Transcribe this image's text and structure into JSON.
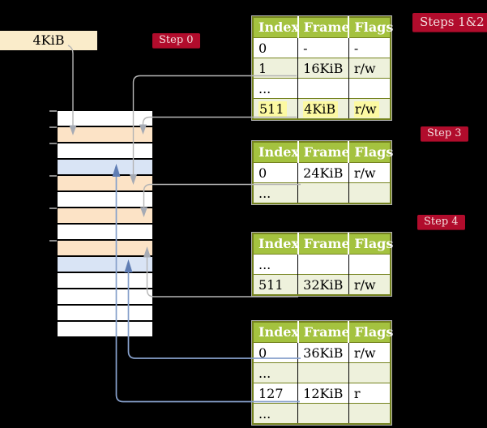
{
  "colors": {
    "bg": "#000000",
    "badge_red": "#b10c2c",
    "badge_text": "#f3dede",
    "header_green": "#a4c23f",
    "row_green": "#eef1dc",
    "table_border": "#75831f",
    "cream_box": "#faecca",
    "hl_yellow": "#fcf9a2",
    "mem_white": "#ffffff",
    "mem_peach": "#fce3c6",
    "mem_blue": "#d9e4f5",
    "line_gray": "#b5b5b5",
    "head_gray": "#a6abb5",
    "line_blue": "#87a0cb",
    "head_blue": "#5f7db4",
    "tick_gray": "#8a8a8a"
  },
  "frame_label": "4KiB",
  "badges": {
    "step0": "Step 0",
    "steps12": "Steps 1&2",
    "step3": "Step 3",
    "step4": "Step 4"
  },
  "memory": {
    "rows": [
      "white",
      "peach",
      "white",
      "blue",
      "peach",
      "white",
      "peach",
      "white",
      "peach",
      "blue",
      "white",
      "white",
      "white",
      "white"
    ]
  },
  "tables": [
    {
      "headers": [
        "Index",
        "Frame",
        "Flags"
      ],
      "rows": [
        {
          "cells": [
            "0",
            "-",
            "-"
          ]
        },
        {
          "cells": [
            "1",
            "16KiB",
            "r/w"
          ]
        },
        {
          "cells": [
            "...",
            "",
            ""
          ]
        },
        {
          "cells": [
            "511",
            "4KiB",
            "r/w"
          ],
          "highlight": true
        }
      ]
    },
    {
      "headers": [
        "Index",
        "Frame",
        "Flags"
      ],
      "rows": [
        {
          "cells": [
            "0",
            "24KiB",
            "r/w"
          ]
        },
        {
          "cells": [
            "...",
            "",
            ""
          ]
        }
      ]
    },
    {
      "headers": [
        "Index",
        "Frame",
        "Flags"
      ],
      "rows": [
        {
          "cells": [
            "...",
            "",
            ""
          ]
        },
        {
          "cells": [
            "511",
            "32KiB",
            "r/w"
          ]
        }
      ]
    },
    {
      "headers": [
        "Index",
        "Frame",
        "Flags"
      ],
      "rows": [
        {
          "cells": [
            "0",
            "36KiB",
            "r/w"
          ]
        },
        {
          "cells": [
            "...",
            "",
            ""
          ]
        },
        {
          "cells": [
            "127",
            "12KiB",
            "r"
          ]
        },
        {
          "cells": [
            "...",
            "",
            ""
          ]
        }
      ]
    }
  ]
}
